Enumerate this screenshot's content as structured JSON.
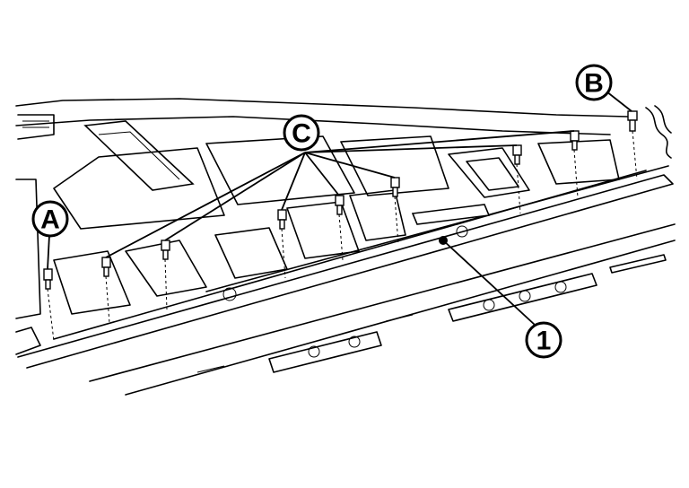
{
  "callouts": {
    "A": "A",
    "B": "B",
    "C": "C",
    "part1": "1"
  },
  "icons": {
    "bolt": "bolt-icon",
    "part_marker": "part-marker-dot-icon"
  },
  "colors": {
    "line": "#000000",
    "background": "#ffffff"
  }
}
